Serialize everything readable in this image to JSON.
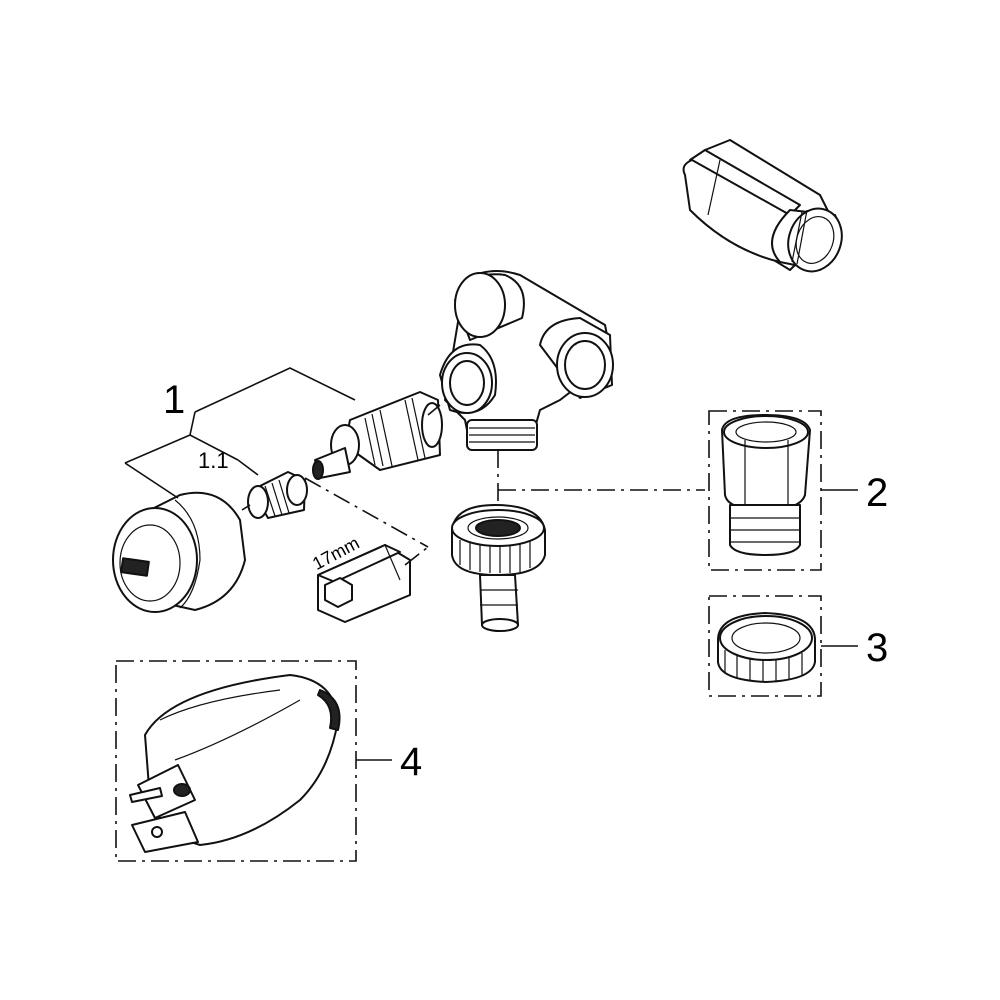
{
  "labels": {
    "item_1": "1",
    "item_1_1": "1.1",
    "item_2": "2",
    "item_3": "3",
    "item_4": "4",
    "wrench_size": "17mm"
  },
  "colors": {
    "line": "#111111",
    "background": "#ffffff"
  }
}
